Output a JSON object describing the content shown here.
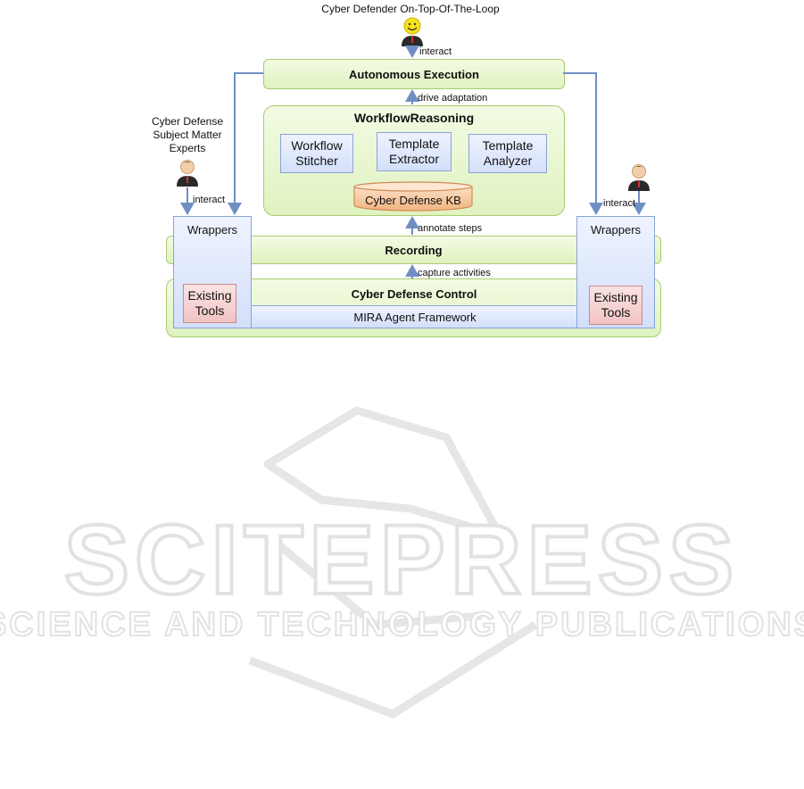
{
  "top_label": "Cyber Defender On-Top-Of-The-Loop",
  "sme_label": [
    "Cyber Defense",
    "Subject Matter",
    "Experts"
  ],
  "autonomous_execution": "Autonomous Execution",
  "workflow_reasoning": "WorkflowReasoning",
  "workflow_stitcher": [
    "Workflow",
    "Stitcher"
  ],
  "template_extractor": [
    "Template",
    "Extractor"
  ],
  "template_analyzer": [
    "Template",
    "Analyzer"
  ],
  "kb": "Cyber Defense KB",
  "recording": "Recording",
  "cyber_defense_control": "Cyber Defense Control",
  "mira": "MIRA Agent Framework",
  "wrappers": "Wrappers",
  "existing_tools": [
    "Existing",
    "Tools"
  ],
  "edges": {
    "interact": "interact",
    "drive_adaptation": "drive adaptation",
    "annotate_steps": "annotate steps",
    "capture_activities": "capture activities"
  },
  "watermark": {
    "main": "SCITEPRESS",
    "sub": "SCIENCE AND TECHNOLOGY PUBLICATIONS"
  },
  "colors": {
    "green_fill": "#e4f4c9",
    "blue_fill": "#d9e4fb",
    "red_fill": "#f4cccc",
    "kb_fill": "#f7c9a0",
    "arrow": "#6f8fc4"
  }
}
